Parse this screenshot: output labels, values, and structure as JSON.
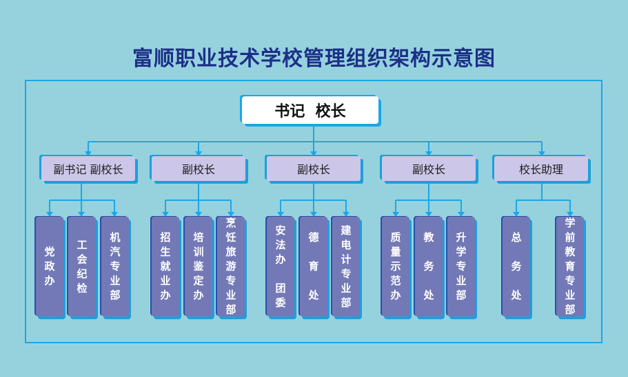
{
  "title": "富顺职业技术学校管理组织架构示意图",
  "top": "书记  校长",
  "groups": [
    {
      "label": "副书记 副校长",
      "leaves": [
        "党\n政\n办",
        "工\n会\n纪\n检",
        "机\n汽\n专\n业\n部"
      ]
    },
    {
      "label": "副校长",
      "leaves": [
        "招\n生\n就\n业\n办",
        "培\n训\n鉴\n定\n办",
        "烹\n饪\n旅\n游\n专\n业\n部"
      ]
    },
    {
      "label": "副校长",
      "leaves": [
        "安\n法\n办\n \n团\n委",
        "德\n \n育\n \n处",
        "建\n电\n计\n专\n业\n部"
      ]
    },
    {
      "label": "副校长",
      "leaves": [
        "质\n量\n示\n范\n办",
        "教\n \n务\n \n处",
        "升\n学\n专\n业\n部"
      ]
    },
    {
      "label": "校长助理",
      "leaves": [
        "总\n \n务\n \n处",
        "学\n前\n教\n育\n专\n业\n部"
      ]
    }
  ],
  "colors": {
    "background": "#95d2de",
    "title": "#1c2f86",
    "connector": "#1aa7e6",
    "mid_box": "#ccc7e9",
    "leaf_box": "#7379b6"
  }
}
